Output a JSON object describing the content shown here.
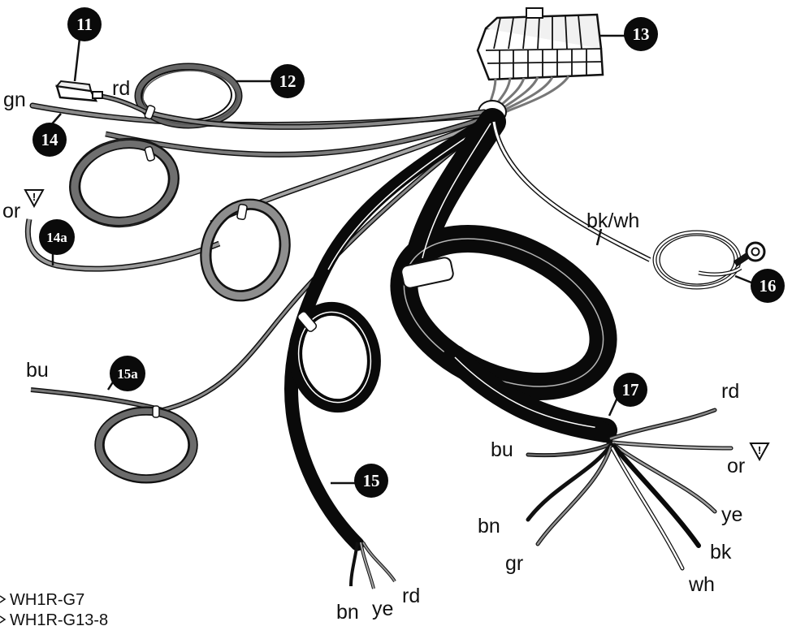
{
  "callouts": {
    "c11": "11",
    "c12": "12",
    "c13": "13",
    "c14": "14",
    "c14a": "14a",
    "c15": "15",
    "c15a": "15a",
    "c16": "16",
    "c17": "17"
  },
  "wire_labels": {
    "gn": "gn",
    "rd_top": "rd",
    "or_left": "or",
    "bu_left": "bu",
    "bk_wh": "bk/wh",
    "rd_right": "rd",
    "or_right": "or",
    "bu_right": "bu",
    "bn_right": "bn",
    "gr": "gr",
    "ye_right": "ye",
    "bk": "bk",
    "wh": "wh",
    "bn_bottom": "bn",
    "ye_bottom": "ye",
    "rd_bottom": "rd"
  },
  "warning_symbol": "!",
  "footnotes": [
    "WH1R-G7",
    "WH1R-G13-8"
  ],
  "colors": {
    "wire_dark": "#0a0a0a",
    "wire_grey": "#6e6e6e",
    "wire_light": "#a9a9a9",
    "outline": "#111111"
  }
}
